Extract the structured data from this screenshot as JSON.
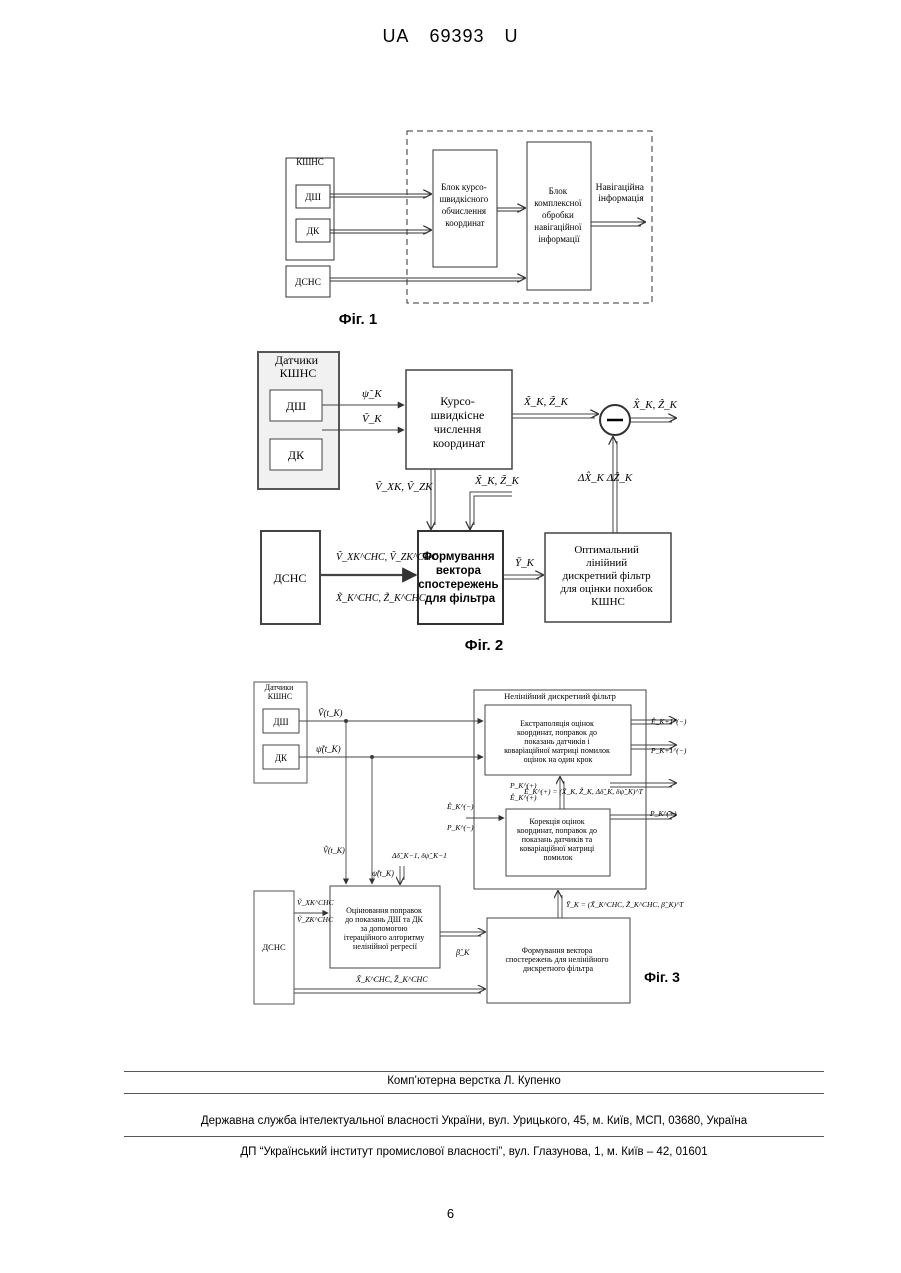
{
  "header": {
    "prefix": "UA",
    "number": "69393",
    "suffix": "U"
  },
  "fig1": {
    "caption": "Фіг. 1",
    "group": "КШНС",
    "ds": "ДШ",
    "dk": "ДК",
    "dsns": "ДСНС",
    "block1": [
      "Блок курсо-",
      "швидкісного",
      "обчислення",
      "координат"
    ],
    "block2": [
      "Блок",
      "комплексної",
      "обробки",
      "навігаційної",
      "інформації"
    ],
    "output": [
      "Навігаційна",
      "інформація"
    ]
  },
  "fig2": {
    "caption": "Фіг. 2",
    "group": [
      "Датчики",
      "КШНС"
    ],
    "ds": "ДШ",
    "dk": "ДК",
    "dsns": "ДСНС",
    "block_dr": [
      "Курсо-",
      "швидкісне",
      "числення",
      "координат"
    ],
    "block_obs": [
      "Формування",
      "вектора",
      "спостережень",
      "для фільтра"
    ],
    "block_filter": [
      "Оптимальний",
      "лінійний",
      "дискретний фільтр",
      "для оцінки похибок",
      "КШНС"
    ],
    "sig_psi": "ψ̃_K",
    "sig_v": "Ṽ_K",
    "sig_xz": "X̃_K, Z̃_K",
    "sig_out": "X̂_K, Ẑ_K",
    "sig_vxz": "Ṽ_XK, Ṽ_ZK",
    "sig_xz2": "X̃_K, Z̃_K",
    "sig_dxz": "ΔX̂_K    ΔẐ_K",
    "sig_sns_v": "Ṽ_XK^СНС, Ṽ_ZK^СНС",
    "sig_sns_xz": "X̃_K^СНС, Z̃_K^СНС",
    "sig_y": "Ȳ_K"
  },
  "fig3": {
    "caption": "Фіг. 3",
    "group": [
      "Датчики",
      "КШНС"
    ],
    "ds": "ДШ",
    "dk": "ДК",
    "dsns": "ДСНС",
    "nl_title": "Нелінійний дискретний фільтр",
    "block_extrap": [
      "Екстраполяція оцінок",
      "координат, поправок до",
      "показань датчиків і",
      "коваріаційної матриці помилок",
      "оцінок на один крок"
    ],
    "block_corr": [
      "Корекція оцінок",
      "координат, поправок до",
      "показань датчиків та",
      "коваріаційної матриці",
      "помилок"
    ],
    "block_est": [
      "Оцінювання поправок",
      "до показань ДШ та ДК",
      "за допомогою",
      "ітераційного алгоритму",
      "нелінійної регресії"
    ],
    "block_obs": [
      "Формування вектора",
      "спостережень для нелінійного",
      "дискретного фільтра"
    ],
    "sig_v": "Ṽ(t_K)",
    "sig_psi": "ψ̃(t_K)",
    "sig_e_out": "Ê_K+1^(−)",
    "sig_p_out": "P_K+1^(−)",
    "sig_pk_plus": "P_K^(+)",
    "sig_ek_plus": "Ê_K^(+)",
    "sig_e_vec": "Ê_K^(+) = (X̂_K, Ẑ_K, Δδ̂_K, δψ̂_K)^T",
    "sig_pk_out": "P_K^(+)",
    "sig_ek_minus": "Ê_K^(−)",
    "sig_pk_minus": "P_K^(−)",
    "sig_v2": "Ṽ(t_K)",
    "sig_psi2": "ψ̃(t_K)",
    "sig_dd": "Δδ̂_K−1, δψ̂_K−1",
    "sig_sns_vx": "Ṽ_XK^СНС",
    "sig_sns_vz": "Ṽ_ZK^СНС",
    "sig_beta": "β̂_K",
    "sig_y": "Ȳ_K = (X̃_K^СНС, Z̃_K^СНС, β̂_K)^T",
    "sig_sns_xz": "X̃_K^СНС, Z̃_K^СНС"
  },
  "footer": {
    "layout": "Комп’ютерна верстка Л. Купенко",
    "office": "Державна служба інтелектуальної власності України, вул. Урицького, 45, м. Київ, МСП, 03680, Україна",
    "institute": "ДП “Український інститут промислової власності”, вул. Глазунова, 1, м. Київ – 42, 01601"
  },
  "page_number": "6"
}
